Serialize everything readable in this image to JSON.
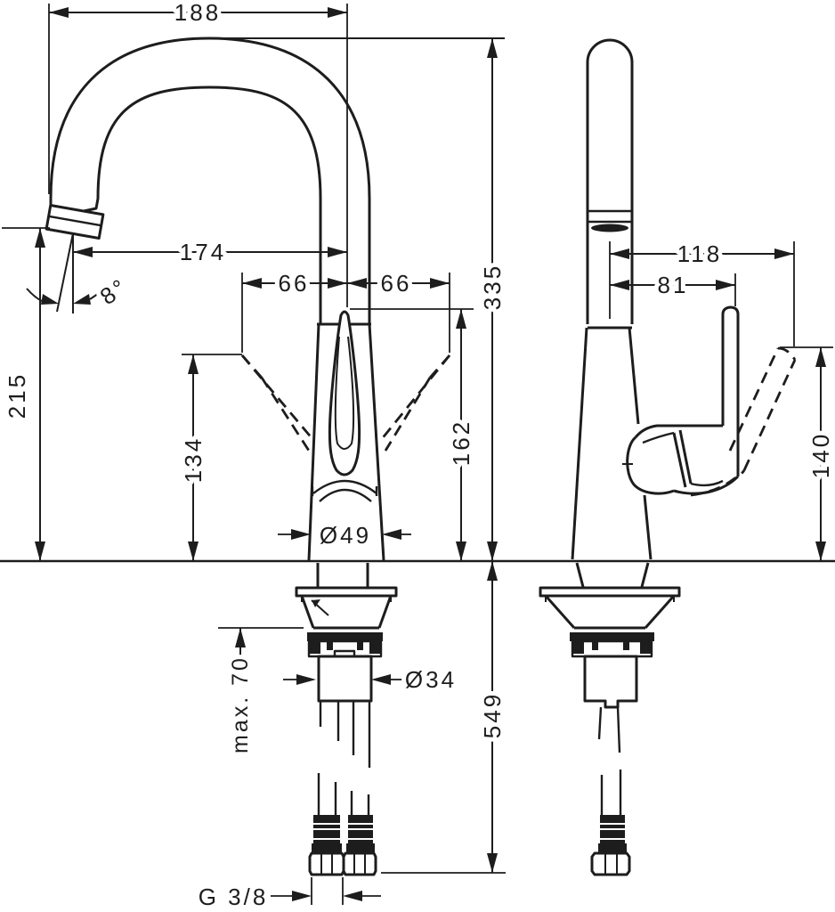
{
  "drawing": {
    "type": "technical-dimension-drawing",
    "subject": "single-lever kitchen mixer tap, side view and front view with mounting hardware",
    "units": "mm",
    "colors": {
      "line": "#1d1d1d",
      "background": "#ffffff"
    },
    "views": {
      "left": "side-view-spout",
      "right": "front-view-handle"
    }
  },
  "dimensions": {
    "overall_width": "188",
    "spout_reach": "174",
    "lever_swing_left": "66",
    "lever_swing_right": "66",
    "spout_angle": "8°",
    "spout_outlet_height": "215",
    "lever_swivel_height": "134",
    "lever_top_height": "162",
    "overall_height": "335",
    "base_diameter": "Ø49",
    "max_deck_thickness": "max. 70",
    "shank_diameter": "Ø34",
    "height_incl_hoses": "549",
    "hose_connection": "G 3/8",
    "front_depth": "118",
    "lever_reach": "81",
    "lever_raised_height": "140"
  }
}
